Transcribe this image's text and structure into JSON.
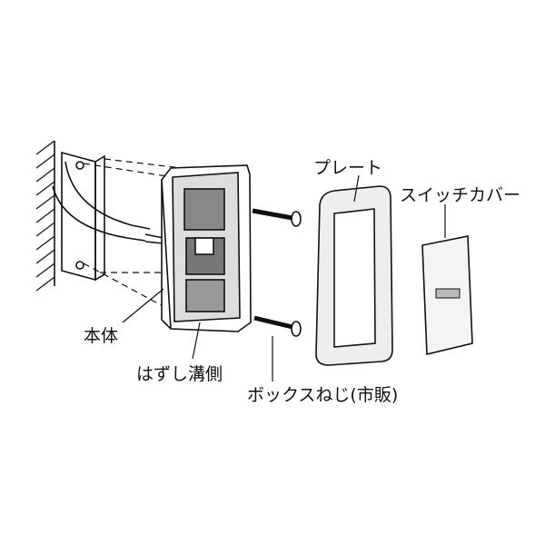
{
  "labels": {
    "plate": "プレート",
    "switch_cover": "スイッチカバー",
    "body": "本体",
    "removal_groove_side": "はずし溝側",
    "box_screw": "ボックスねじ(市販)"
  }
}
